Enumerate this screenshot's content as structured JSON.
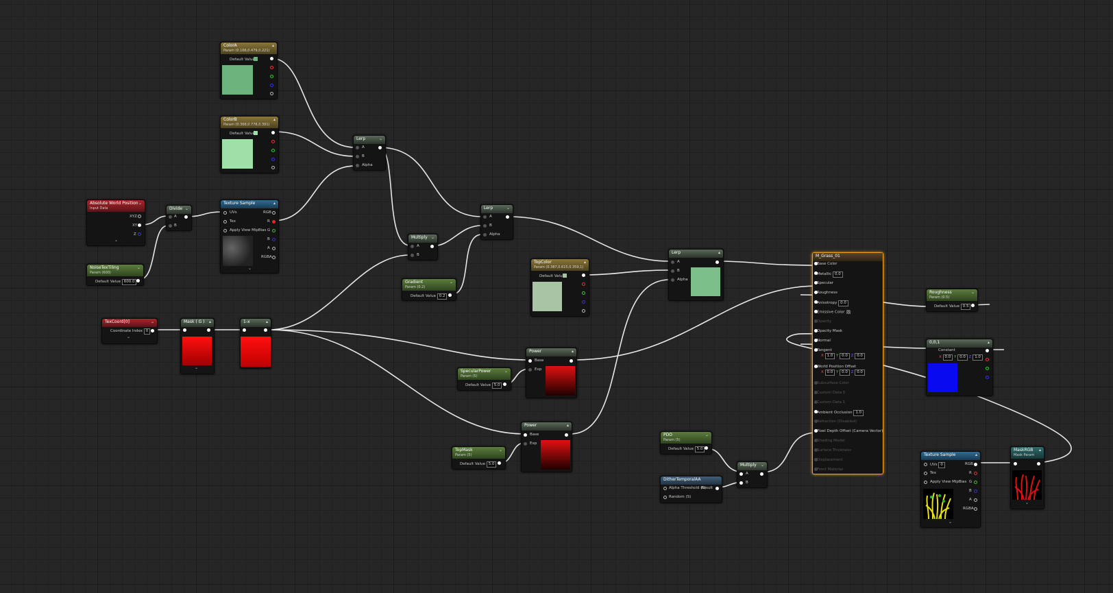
{
  "nodes": {
    "colorA": {
      "title": "ColorA",
      "sub": "Param (0.166,0.479,0.221)",
      "default_label": "Default Value"
    },
    "colorB": {
      "title": "ColorB",
      "sub": "Param (0.368,0.778,0.391)",
      "default_label": "Default Value"
    },
    "abs_world_pos": {
      "title": "Absolute World Position",
      "sub": "Input Data",
      "pins": [
        "XYZ",
        "XY",
        "Z"
      ]
    },
    "noise_tex_tiling": {
      "title": "NoiseTexTiling",
      "sub": "Param (600)",
      "default_label": "Default Value",
      "value": "600.0"
    },
    "divide": {
      "title": "Divide",
      "pins": [
        "A",
        "B"
      ]
    },
    "texture_sample_1": {
      "title": "Texture Sample",
      "pins_in": [
        "UVs",
        "Tex",
        "Apply View MipBias"
      ],
      "pins_out": [
        "RGB",
        "R",
        "G",
        "B",
        "A",
        "RGBA"
      ]
    },
    "lerp_1": {
      "title": "Lerp",
      "pins": [
        "A",
        "B",
        "Alpha"
      ]
    },
    "multiply_1": {
      "title": "Multiply",
      "pins": [
        "A",
        "B"
      ]
    },
    "lerp_2": {
      "title": "Lerp",
      "pins": [
        "A",
        "B",
        "Alpha"
      ]
    },
    "gradient": {
      "title": "Gradient",
      "sub": "Param (0.2)",
      "default_label": "Default Value",
      "value": "0.2"
    },
    "top_color": {
      "title": "TopColor",
      "sub": "Param (0.387,0.615,0.359,1)",
      "default_label": "Default Value"
    },
    "lerp_3": {
      "title": "Lerp",
      "pins": [
        "A",
        "B",
        "Alpha"
      ]
    },
    "texcoord": {
      "title": "TexCoord[0]",
      "coord_label": "Coordinate Index",
      "value": "0"
    },
    "mask_g": {
      "title": "Mask ( G )"
    },
    "one_minus": {
      "title": "1-x"
    },
    "specular_power": {
      "title": "SpecularPower",
      "sub": "Param (5)",
      "default_label": "Default Value",
      "value": "5.0"
    },
    "power_1": {
      "title": "Power",
      "pins": [
        "Base",
        "Exp"
      ]
    },
    "top_mask": {
      "title": "TopMask",
      "sub": "Param (5)",
      "default_label": "Default Value",
      "value": "5.0"
    },
    "power_2": {
      "title": "Power",
      "pins": [
        "Base",
        "Exp"
      ]
    },
    "pdo": {
      "title": "PDO",
      "sub": "Param (5)",
      "default_label": "Default Value",
      "value": "5.0"
    },
    "dither": {
      "title": "DitherTemporalAA",
      "pins_in": [
        "Alpha Threshold (S)",
        "Random (S)"
      ],
      "pin_out": "Result"
    },
    "multiply_2": {
      "title": "Multiply",
      "pins": [
        "A",
        "B"
      ]
    },
    "material": {
      "title": "M_Grass_01",
      "rows": [
        {
          "label": "Base Color",
          "active": true
        },
        {
          "label": "Metallic",
          "active": true,
          "value": "0.0"
        },
        {
          "label": "Specular",
          "active": true
        },
        {
          "label": "Roughness",
          "active": true
        },
        {
          "label": "Anisotropy",
          "active": true,
          "value": "0.0"
        },
        {
          "label": "Emissive Color",
          "active": true
        },
        {
          "label": "Opacity",
          "active": false
        },
        {
          "label": "Opacity Mask",
          "active": true
        },
        {
          "label": "Normal",
          "active": true
        },
        {
          "label": "Tangent",
          "active": true
        },
        {
          "label": "World Position Offset",
          "active": true
        },
        {
          "label": "Subsurface Color",
          "active": false
        },
        {
          "label": "Custom Data 0",
          "active": false
        },
        {
          "label": "Custom Data 1",
          "active": false
        },
        {
          "label": "Ambient Occlusion",
          "active": true,
          "value": "1.0"
        },
        {
          "label": "Refraction (Disabled)",
          "active": false
        },
        {
          "label": "Pixel Depth Offset (Camera Vector)",
          "active": true
        },
        {
          "label": "Shading Model",
          "active": false
        },
        {
          "label": "Surface Thickness",
          "active": false
        },
        {
          "label": "Displacement",
          "active": false
        },
        {
          "label": "Front Material",
          "active": false
        }
      ],
      "tangent": {
        "x": "1.0",
        "y": "0.0",
        "z": "0.0"
      },
      "wpo": {
        "x": "0.0",
        "y": "0.0",
        "z": "0.0"
      },
      "axis_x": "X",
      "axis_y": "Y",
      "axis_z": "Z"
    },
    "roughness": {
      "title": "Roughness",
      "sub": "Param (0.5)",
      "default_label": "Default Value",
      "value": "0.5"
    },
    "const3": {
      "title": "0,0,1",
      "const_label": "Constant",
      "x": "0.0",
      "y": "0.0",
      "z": "1.0",
      "axis_x": "X",
      "axis_y": "Y",
      "axis_z": "Z"
    },
    "texture_sample_2": {
      "title": "Texture Sample",
      "pins_in": [
        "UVs",
        "Tex",
        "Apply View MipBias"
      ],
      "uvs_value": "0",
      "pins_out": [
        "RGB",
        "R",
        "G",
        "B",
        "A",
        "RGBA"
      ]
    },
    "mask_rgb": {
      "title": "MaskRGB",
      "sub": "Mask Param"
    }
  },
  "colors": {
    "colorA": "#6db37e",
    "colorB": "#9fdfa8",
    "top_color": "#a8c4a4",
    "lerp3_preview": "#7cbf8a",
    "mask_red": "#e00a0a",
    "const_blue": "#0a0af0",
    "selection": "#f0a020"
  },
  "chevron": "⌄"
}
